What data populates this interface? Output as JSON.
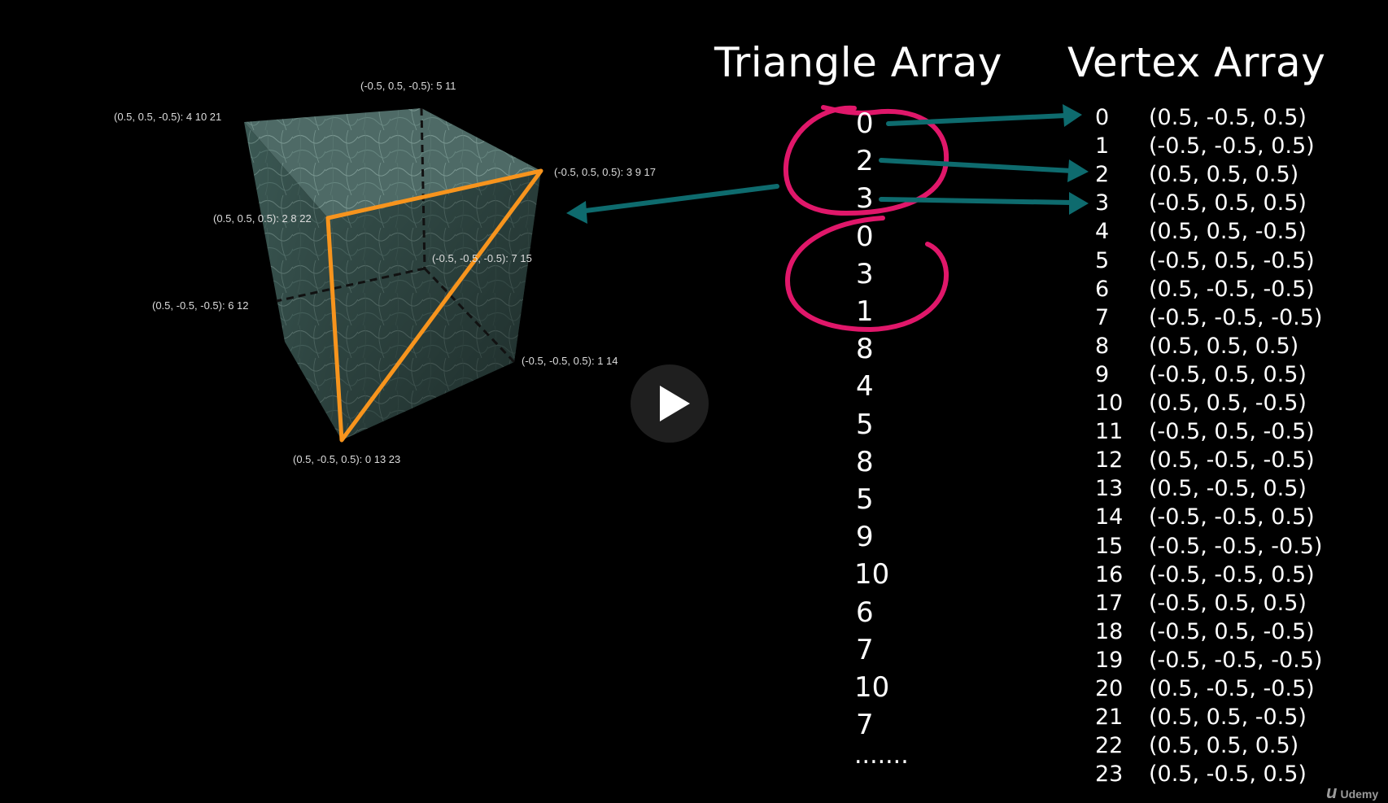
{
  "titles": {
    "triangle_array": "Triangle Array",
    "vertex_array": "Vertex Array"
  },
  "triangle_array": [
    "0",
    "2",
    "3",
    "0",
    "3",
    "1",
    "8",
    "4",
    "5",
    "8",
    "5",
    "9",
    "10",
    "6",
    "7",
    "10",
    "7",
    "......."
  ],
  "vertex_array": [
    {
      "index": "0",
      "value": "(0.5, -0.5, 0.5)"
    },
    {
      "index": "1",
      "value": "(-0.5, -0.5, 0.5)"
    },
    {
      "index": "2",
      "value": "(0.5, 0.5, 0.5)"
    },
    {
      "index": "3",
      "value": "(-0.5, 0.5, 0.5)"
    },
    {
      "index": "4",
      "value": "(0.5, 0.5, -0.5)"
    },
    {
      "index": "5",
      "value": "(-0.5, 0.5, -0.5)"
    },
    {
      "index": "6",
      "value": "(0.5, -0.5, -0.5)"
    },
    {
      "index": "7",
      "value": "(-0.5, -0.5, -0.5)"
    },
    {
      "index": "8",
      "value": "(0.5, 0.5, 0.5)"
    },
    {
      "index": "9",
      "value": "(-0.5, 0.5, 0.5)"
    },
    {
      "index": "10",
      "value": "(0.5, 0.5, -0.5)"
    },
    {
      "index": "11",
      "value": "(-0.5, 0.5, -0.5)"
    },
    {
      "index": "12",
      "value": "(0.5, -0.5, -0.5)"
    },
    {
      "index": "13",
      "value": "(0.5, -0.5, 0.5)"
    },
    {
      "index": "14",
      "value": "(-0.5, -0.5, 0.5)"
    },
    {
      "index": "15",
      "value": "(-0.5, -0.5, -0.5)"
    },
    {
      "index": "16",
      "value": "(-0.5, -0.5, 0.5)"
    },
    {
      "index": "17",
      "value": "(-0.5, 0.5, 0.5)"
    },
    {
      "index": "18",
      "value": "(-0.5, 0.5, -0.5)"
    },
    {
      "index": "19",
      "value": "(-0.5, -0.5, -0.5)"
    },
    {
      "index": "20",
      "value": "(0.5, -0.5, -0.5)"
    },
    {
      "index": "21",
      "value": "(0.5, 0.5, -0.5)"
    },
    {
      "index": "22",
      "value": "(0.5, 0.5, 0.5)"
    },
    {
      "index": "23",
      "value": "(0.5, -0.5, 0.5)"
    }
  ],
  "cube_labels": {
    "back_top_left": "(-0.5, 0.5, -0.5): 5 11",
    "top_left_far": "(0.5, 0.5, -0.5): 4 10 21",
    "top_right_front": "(-0.5, 0.5, 0.5): 3 9 17",
    "top_left_front": "(0.5, 0.5, 0.5): 2 8 22",
    "inner_back": "(-0.5, -0.5, -0.5): 7 15",
    "left_back_bottom": "(0.5, -0.5, -0.5): 6 12",
    "right_front_bottom": "(-0.5, -0.5, 0.5): 1 14",
    "bottom_front": "(0.5, -0.5, 0.5): 0 13 23"
  },
  "branding": "Udemy",
  "colors": {
    "background": "#000000",
    "triangle_outline": "#f7941d",
    "arrow": "#0e6b6e",
    "circle_annotation": "#e0176a",
    "cube_face": "#3f5e59"
  },
  "icons": {
    "play": "play-icon",
    "brand": "udemy-logo-icon"
  }
}
